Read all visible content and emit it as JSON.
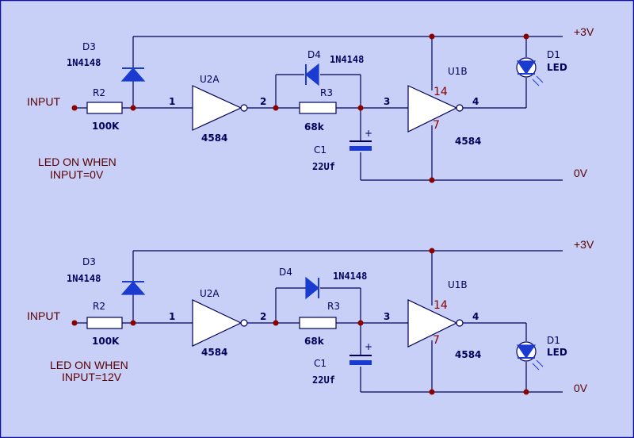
{
  "circuits": [
    {
      "id": "top",
      "input_label": "INPUT",
      "r2": {
        "ref": "R2",
        "value": "100K"
      },
      "d3": {
        "ref": "D3",
        "value": "1N4148"
      },
      "u2a": {
        "ref": "U2A",
        "value": "4584",
        "pin_in": "1",
        "pin_out": "2"
      },
      "d4": {
        "ref": "D4",
        "value": "1N4148"
      },
      "r3": {
        "ref": "R3",
        "value": "68k"
      },
      "c1": {
        "ref": "C1",
        "value": "22Uf",
        "polarity": "+"
      },
      "u1b": {
        "ref": "U1B",
        "value": "4584",
        "pin_in": "3",
        "pin_out": "4",
        "pin_vcc": "14",
        "pin_gnd": "7"
      },
      "d1": {
        "ref": "D1",
        "value": "LED"
      },
      "vplus": "+3V",
      "vgnd": "0V",
      "note_line1": "LED ON WHEN",
      "note_line2": "INPUT=0V"
    },
    {
      "id": "bottom",
      "input_label": "INPUT",
      "r2": {
        "ref": "R2",
        "value": "100K"
      },
      "d3": {
        "ref": "D3",
        "value": "1N4148"
      },
      "u2a": {
        "ref": "U2A",
        "value": "4584",
        "pin_in": "1",
        "pin_out": "2"
      },
      "d4": {
        "ref": "D4",
        "value": "1N4148"
      },
      "r3": {
        "ref": "R3",
        "value": "68k"
      },
      "c1": {
        "ref": "C1",
        "value": "22Uf",
        "polarity": "+"
      },
      "u1b": {
        "ref": "U1B",
        "value": "4584",
        "pin_in": "3",
        "pin_out": "4",
        "pin_vcc": "14",
        "pin_gnd": "7"
      },
      "d1": {
        "ref": "D1",
        "value": "LED"
      },
      "vplus": "+3V",
      "vgnd": "0V",
      "note_line1": "LED ON WHEN",
      "note_line2": "INPUT=12V"
    }
  ],
  "colors": {
    "background": "#c8d0f8",
    "wire": "#00005a",
    "diode": "#1a3ad0",
    "node": "#8b0000",
    "label_red": "#5a0000"
  }
}
